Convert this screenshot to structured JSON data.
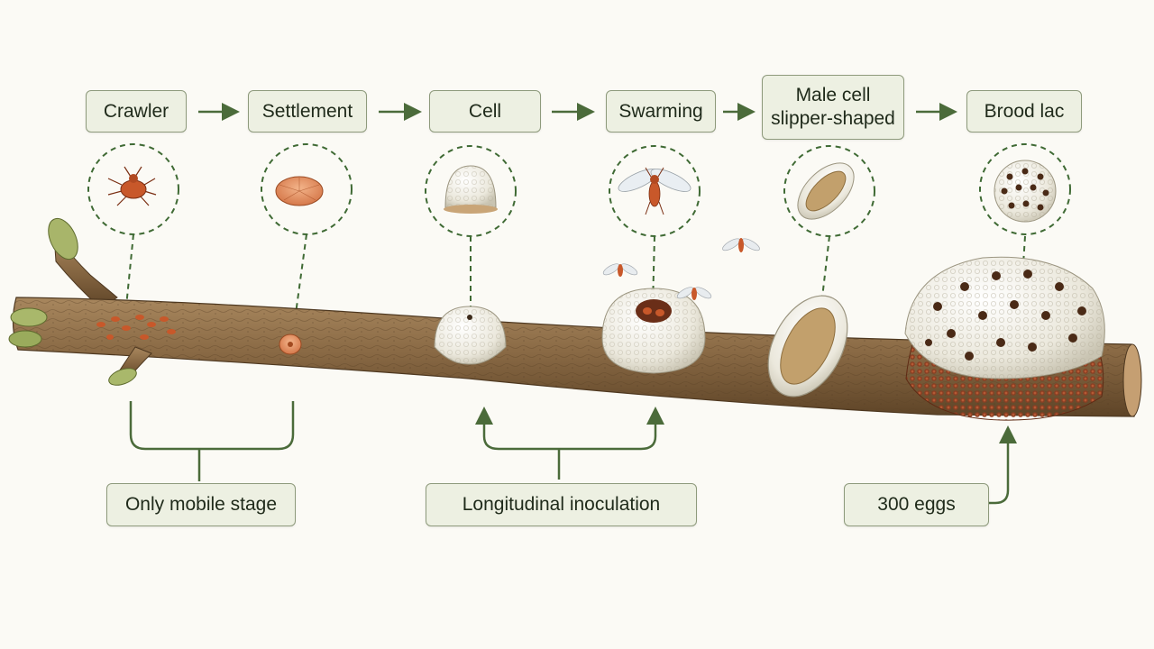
{
  "stages": [
    {
      "label": "Crawler"
    },
    {
      "label": "Settlement"
    },
    {
      "label": "Cell"
    },
    {
      "label": "Swarming"
    },
    {
      "label_line1": "Male cell",
      "label_line2": "slipper-shaped"
    },
    {
      "label": "Brood lac"
    }
  ],
  "notes": {
    "mobile": "Only mobile stage",
    "inoculation": "Longitudinal inoculation",
    "eggs": "300 eggs"
  },
  "colors": {
    "arrow": "#4b6b3a",
    "box_fill": "#edf0e2",
    "box_border": "#8e9a7c",
    "bark": "#8a6a45",
    "wax": "#f1efe6",
    "insect": "#c8582a",
    "background": "#fbfaf5"
  }
}
